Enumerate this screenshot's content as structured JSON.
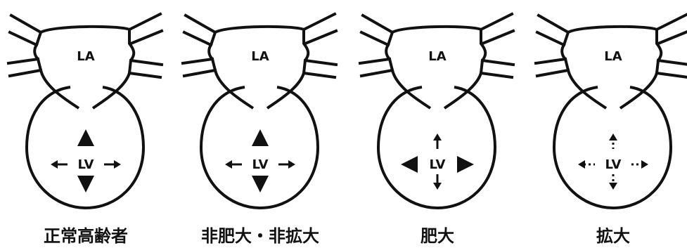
{
  "labels": {
    "atrium": "LA",
    "ventricle": "LV"
  },
  "panels": [
    {
      "caption": "正常高齢者",
      "arrows": {
        "up": "large",
        "down": "large",
        "side": "small",
        "dotted": false
      }
    },
    {
      "caption": "非肥大・非拡大",
      "arrows": {
        "up": "large",
        "down": "large",
        "side": "small",
        "dotted": false
      }
    },
    {
      "caption": "肥大",
      "arrows": {
        "up": "small",
        "down": "small",
        "side": "large",
        "dotted": false
      }
    },
    {
      "caption": "拡大",
      "arrows": {
        "up": "small",
        "down": "small",
        "side": "small",
        "dotted": true
      }
    }
  ]
}
